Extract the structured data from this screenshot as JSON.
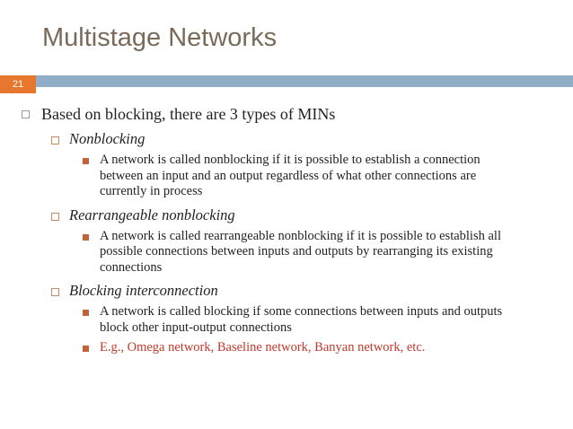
{
  "slide": {
    "title": "Multistage Networks",
    "number": "21",
    "accent_bar_color": "#91aec9",
    "number_box_color": "#e8772e",
    "title_color": "#7a6a5a",
    "highlight_text_color": "#c0392b",
    "content": [
      {
        "level": 1,
        "text": "Based on blocking, there are 3 types of MINs",
        "accent": false
      },
      {
        "level": 2,
        "text": "Nonblocking",
        "accent": false
      },
      {
        "level": 3,
        "text": "A network is called nonblocking if it is possible to establish a connection between an input and an output regardless of what other connections are currently in process",
        "accent": false
      },
      {
        "level": 2,
        "text": "Rearrangeable nonblocking",
        "accent": false
      },
      {
        "level": 3,
        "text": "A network is called rearrangeable nonblocking if it is possible to establish all possible connections between inputs and outputs by rearranging its existing connections",
        "accent": false
      },
      {
        "level": 2,
        "text": "Blocking interconnection",
        "accent": false
      },
      {
        "level": 3,
        "text": "A network is called blocking if some connections between inputs and outputs block other input-output connections",
        "accent": false
      },
      {
        "level": 3,
        "text": "E.g., Omega network, Baseline network, Banyan network, etc.",
        "accent": true
      }
    ]
  }
}
